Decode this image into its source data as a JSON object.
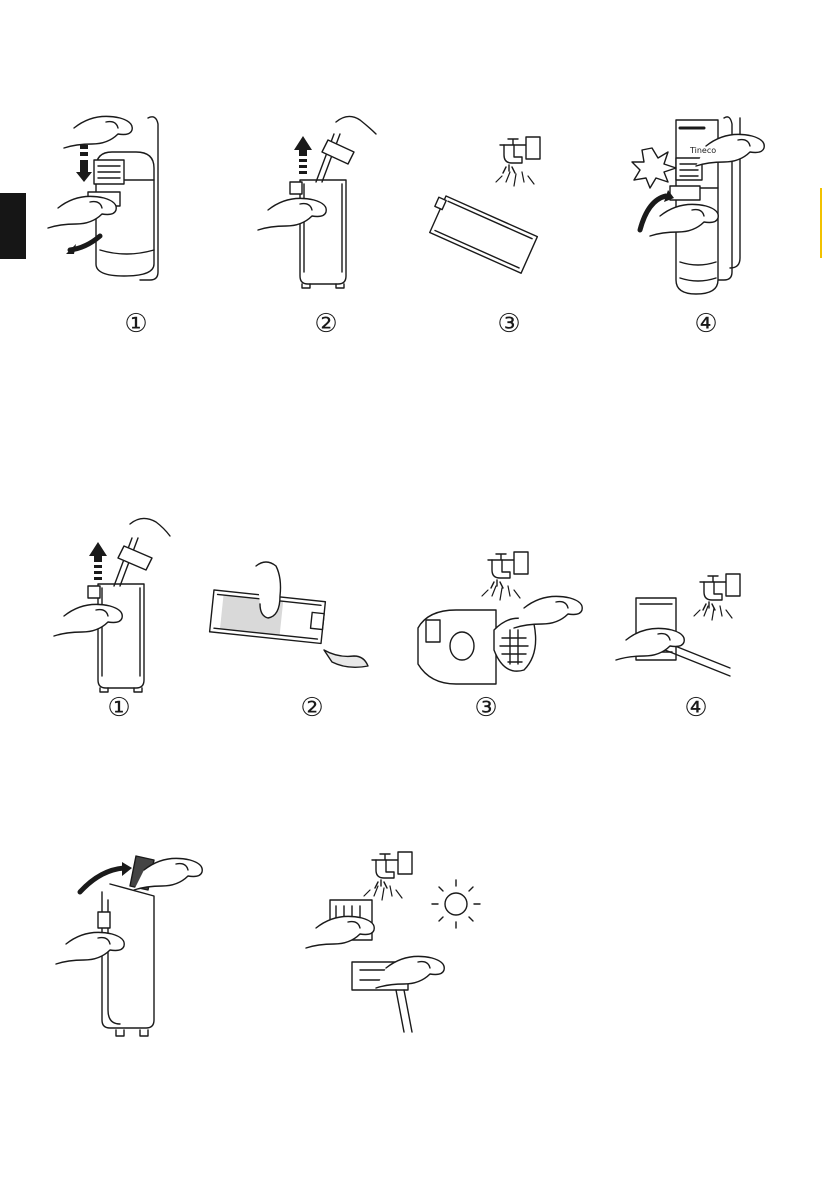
{
  "section_a": {
    "steps": [
      {
        "number": "①",
        "illustration": "dirty-water-tank-release-icon"
      },
      {
        "number": "②",
        "illustration": "float-lift-icon"
      },
      {
        "number": "③",
        "illustration": "tank-rinse-icon"
      },
      {
        "number": "④",
        "illustration": "tank-reinsert-icon"
      }
    ],
    "device_brand_mark": "Tineco"
  },
  "section_b": {
    "steps": [
      {
        "number": "①",
        "illustration": "float-lift-icon"
      },
      {
        "number": "②",
        "illustration": "filter-wipe-icon"
      },
      {
        "number": "③",
        "illustration": "strainer-rinse-icon"
      },
      {
        "number": "④",
        "illustration": "float-rinse-icon"
      }
    ]
  },
  "section_c": {
    "illustrations": [
      "cover-remove-icon",
      "parts-rinse-and-dry-icon"
    ]
  },
  "colors": {
    "line": "#1a1a1a",
    "tab": "#161616",
    "edge": "#f2c200"
  }
}
